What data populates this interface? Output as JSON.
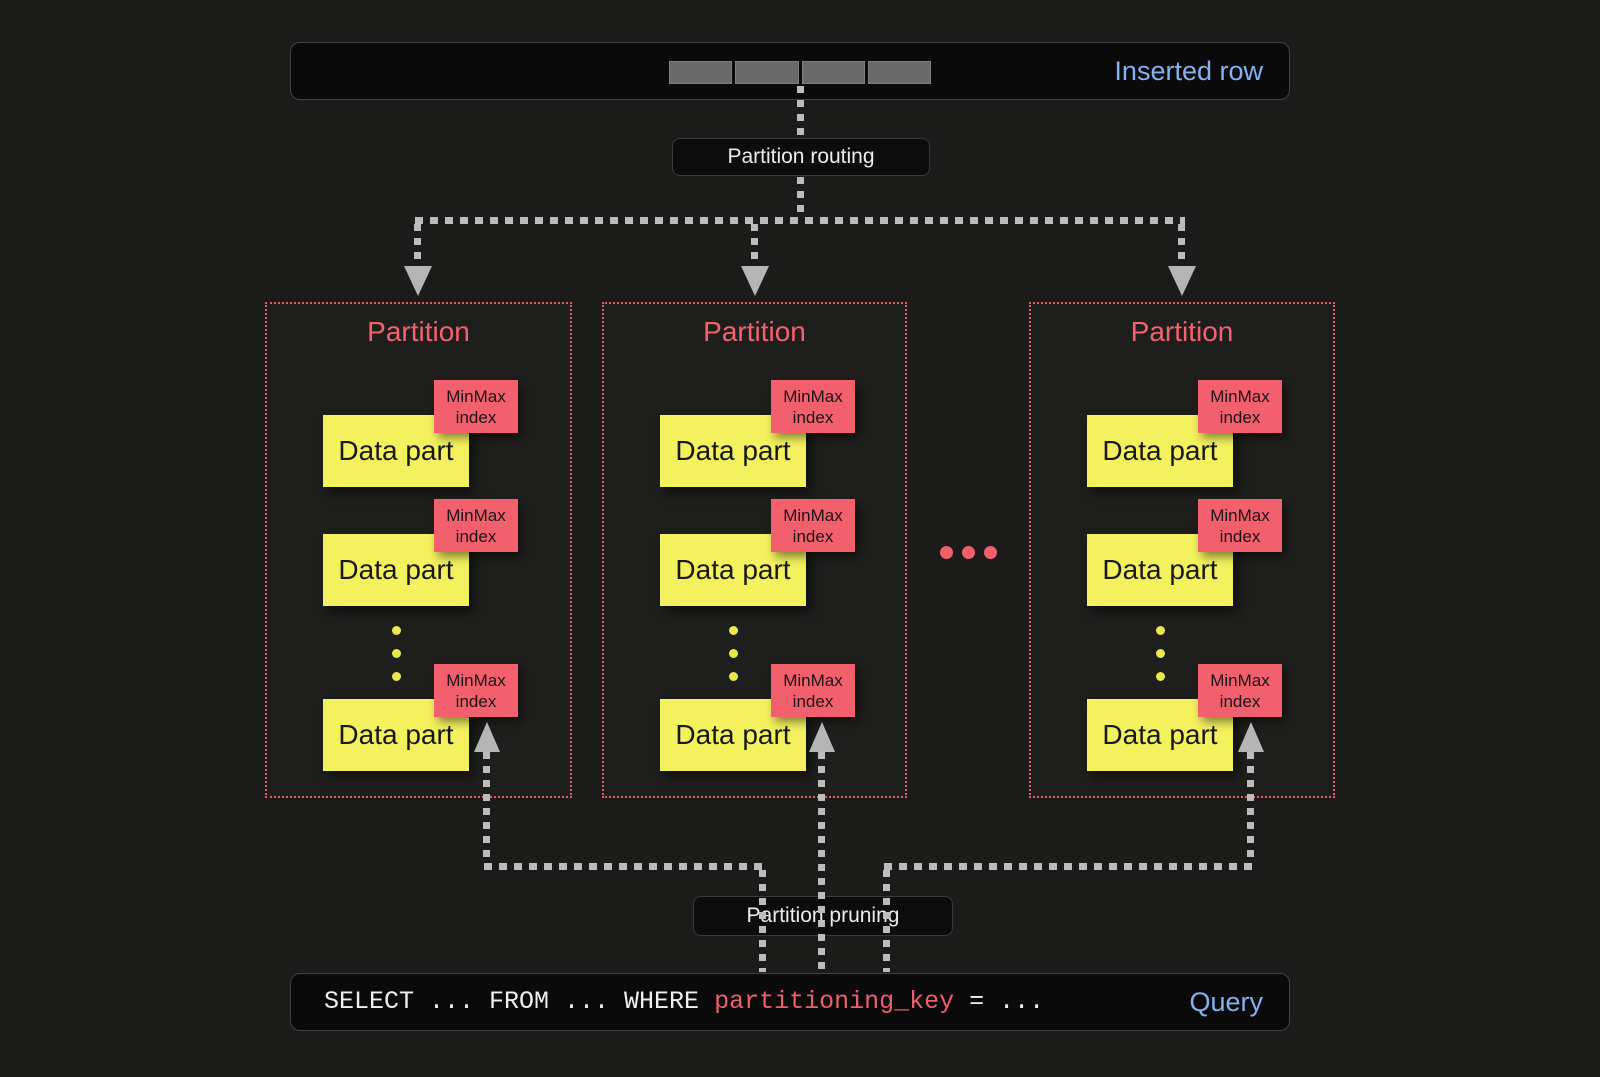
{
  "inserted_row": {
    "label": "Inserted row",
    "cell_count": 4
  },
  "flow": {
    "routing_label": "Partition routing",
    "pruning_label": "Partition pruning"
  },
  "partitions": [
    {
      "title": "Partition",
      "parts": [
        {
          "label": "Data part",
          "index_label": "MinMax index"
        },
        {
          "label": "Data part",
          "index_label": "MinMax index"
        },
        {
          "label": "Data part",
          "index_label": "MinMax index"
        }
      ]
    },
    {
      "title": "Partition",
      "parts": [
        {
          "label": "Data part",
          "index_label": "MinMax index"
        },
        {
          "label": "Data part",
          "index_label": "MinMax index"
        },
        {
          "label": "Data part",
          "index_label": "MinMax index"
        }
      ]
    },
    {
      "title": "Partition",
      "parts": [
        {
          "label": "Data part",
          "index_label": "MinMax index"
        },
        {
          "label": "Data part",
          "index_label": "MinMax index"
        },
        {
          "label": "Data part",
          "index_label": "MinMax index"
        }
      ]
    }
  ],
  "partition_gap_ellipsis": "...",
  "query": {
    "sql_before_key": "SELECT ... FROM ... WHERE ",
    "key": "partitioning_key",
    "sql_after_key": " = ...",
    "label": "Query"
  },
  "colors": {
    "background": "#1b1b19",
    "panel": "#0a0a0b",
    "blue_label": "#85b1ee",
    "red_accent": "#f1606c",
    "red_border": "#e25a64",
    "yellow_part": "#f3f15d",
    "yellow_dot": "#ece74d",
    "line_gray": "#bcbcbc",
    "arrow_gray": "#b5b5b5",
    "cell_gray": "#6a6a6a"
  }
}
